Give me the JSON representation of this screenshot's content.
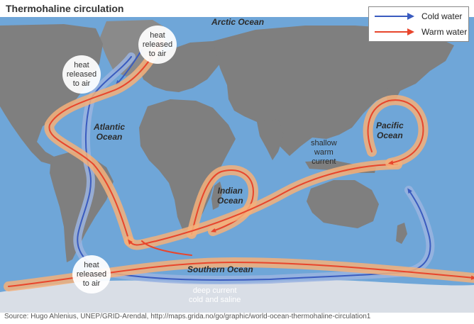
{
  "title": "Thermohaline circulation",
  "legend": {
    "cold": {
      "label": "Cold water",
      "color": "#3a5bbf"
    },
    "warm": {
      "label": "Warm water",
      "color": "#e8452c"
    }
  },
  "oceans": {
    "arctic": "Arctic Ocean",
    "atlantic": "Atlantic\nOcean",
    "indian": "Indian\nOcean",
    "pacific": "Pacific\nOcean",
    "southern": "Southern Ocean"
  },
  "annotations": {
    "heat_1": "heat\nreleased\nto air",
    "heat_2": "heat\nreleased\nto air",
    "heat_3": "heat\nreleased\nto air",
    "shallow": "shallow\nwarm\ncurrent",
    "deep": "deep current\ncold and saline"
  },
  "source": "Source: Hugo Ahlenius, UNEP/GRID-Arendal, http://maps.grida.no/go/graphic/world-ocean-thermohaline-circulation1",
  "colors": {
    "ocean": "#6fa6d8",
    "land": "#7f7f7f",
    "ice": "#d9dee6",
    "warm_glow": "#f5b07a",
    "cold_glow": "#9bb4e0"
  }
}
